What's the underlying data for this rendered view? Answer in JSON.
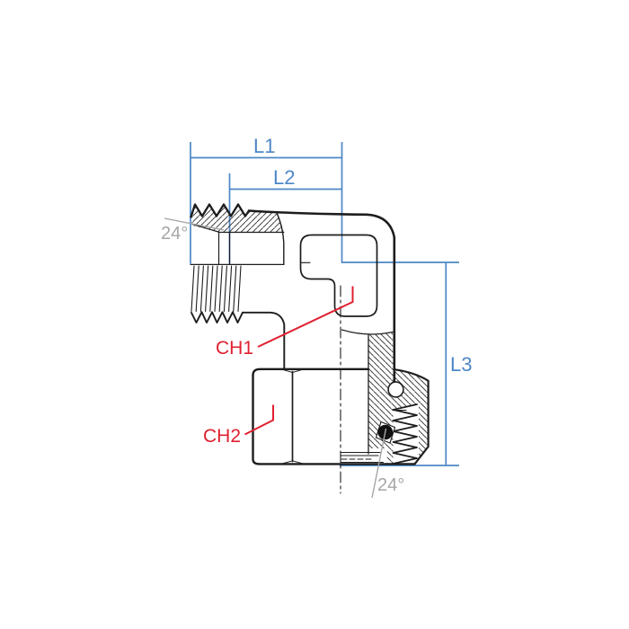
{
  "drawing": {
    "title": "90 degree elbow fitting technical drawing",
    "dimensions": {
      "l1": "L1",
      "l2": "L2",
      "l3": "L3"
    },
    "callouts": {
      "ch1": "CH1",
      "ch2": "CH2"
    },
    "angles": {
      "male_cone": "24°",
      "female_cone": "24°"
    }
  },
  "colors": {
    "dimension": "#4e87c6",
    "callout": "#e02030",
    "angle": "#a6a6a6",
    "outline": "#1d1d1d",
    "background": "#ffffff"
  }
}
